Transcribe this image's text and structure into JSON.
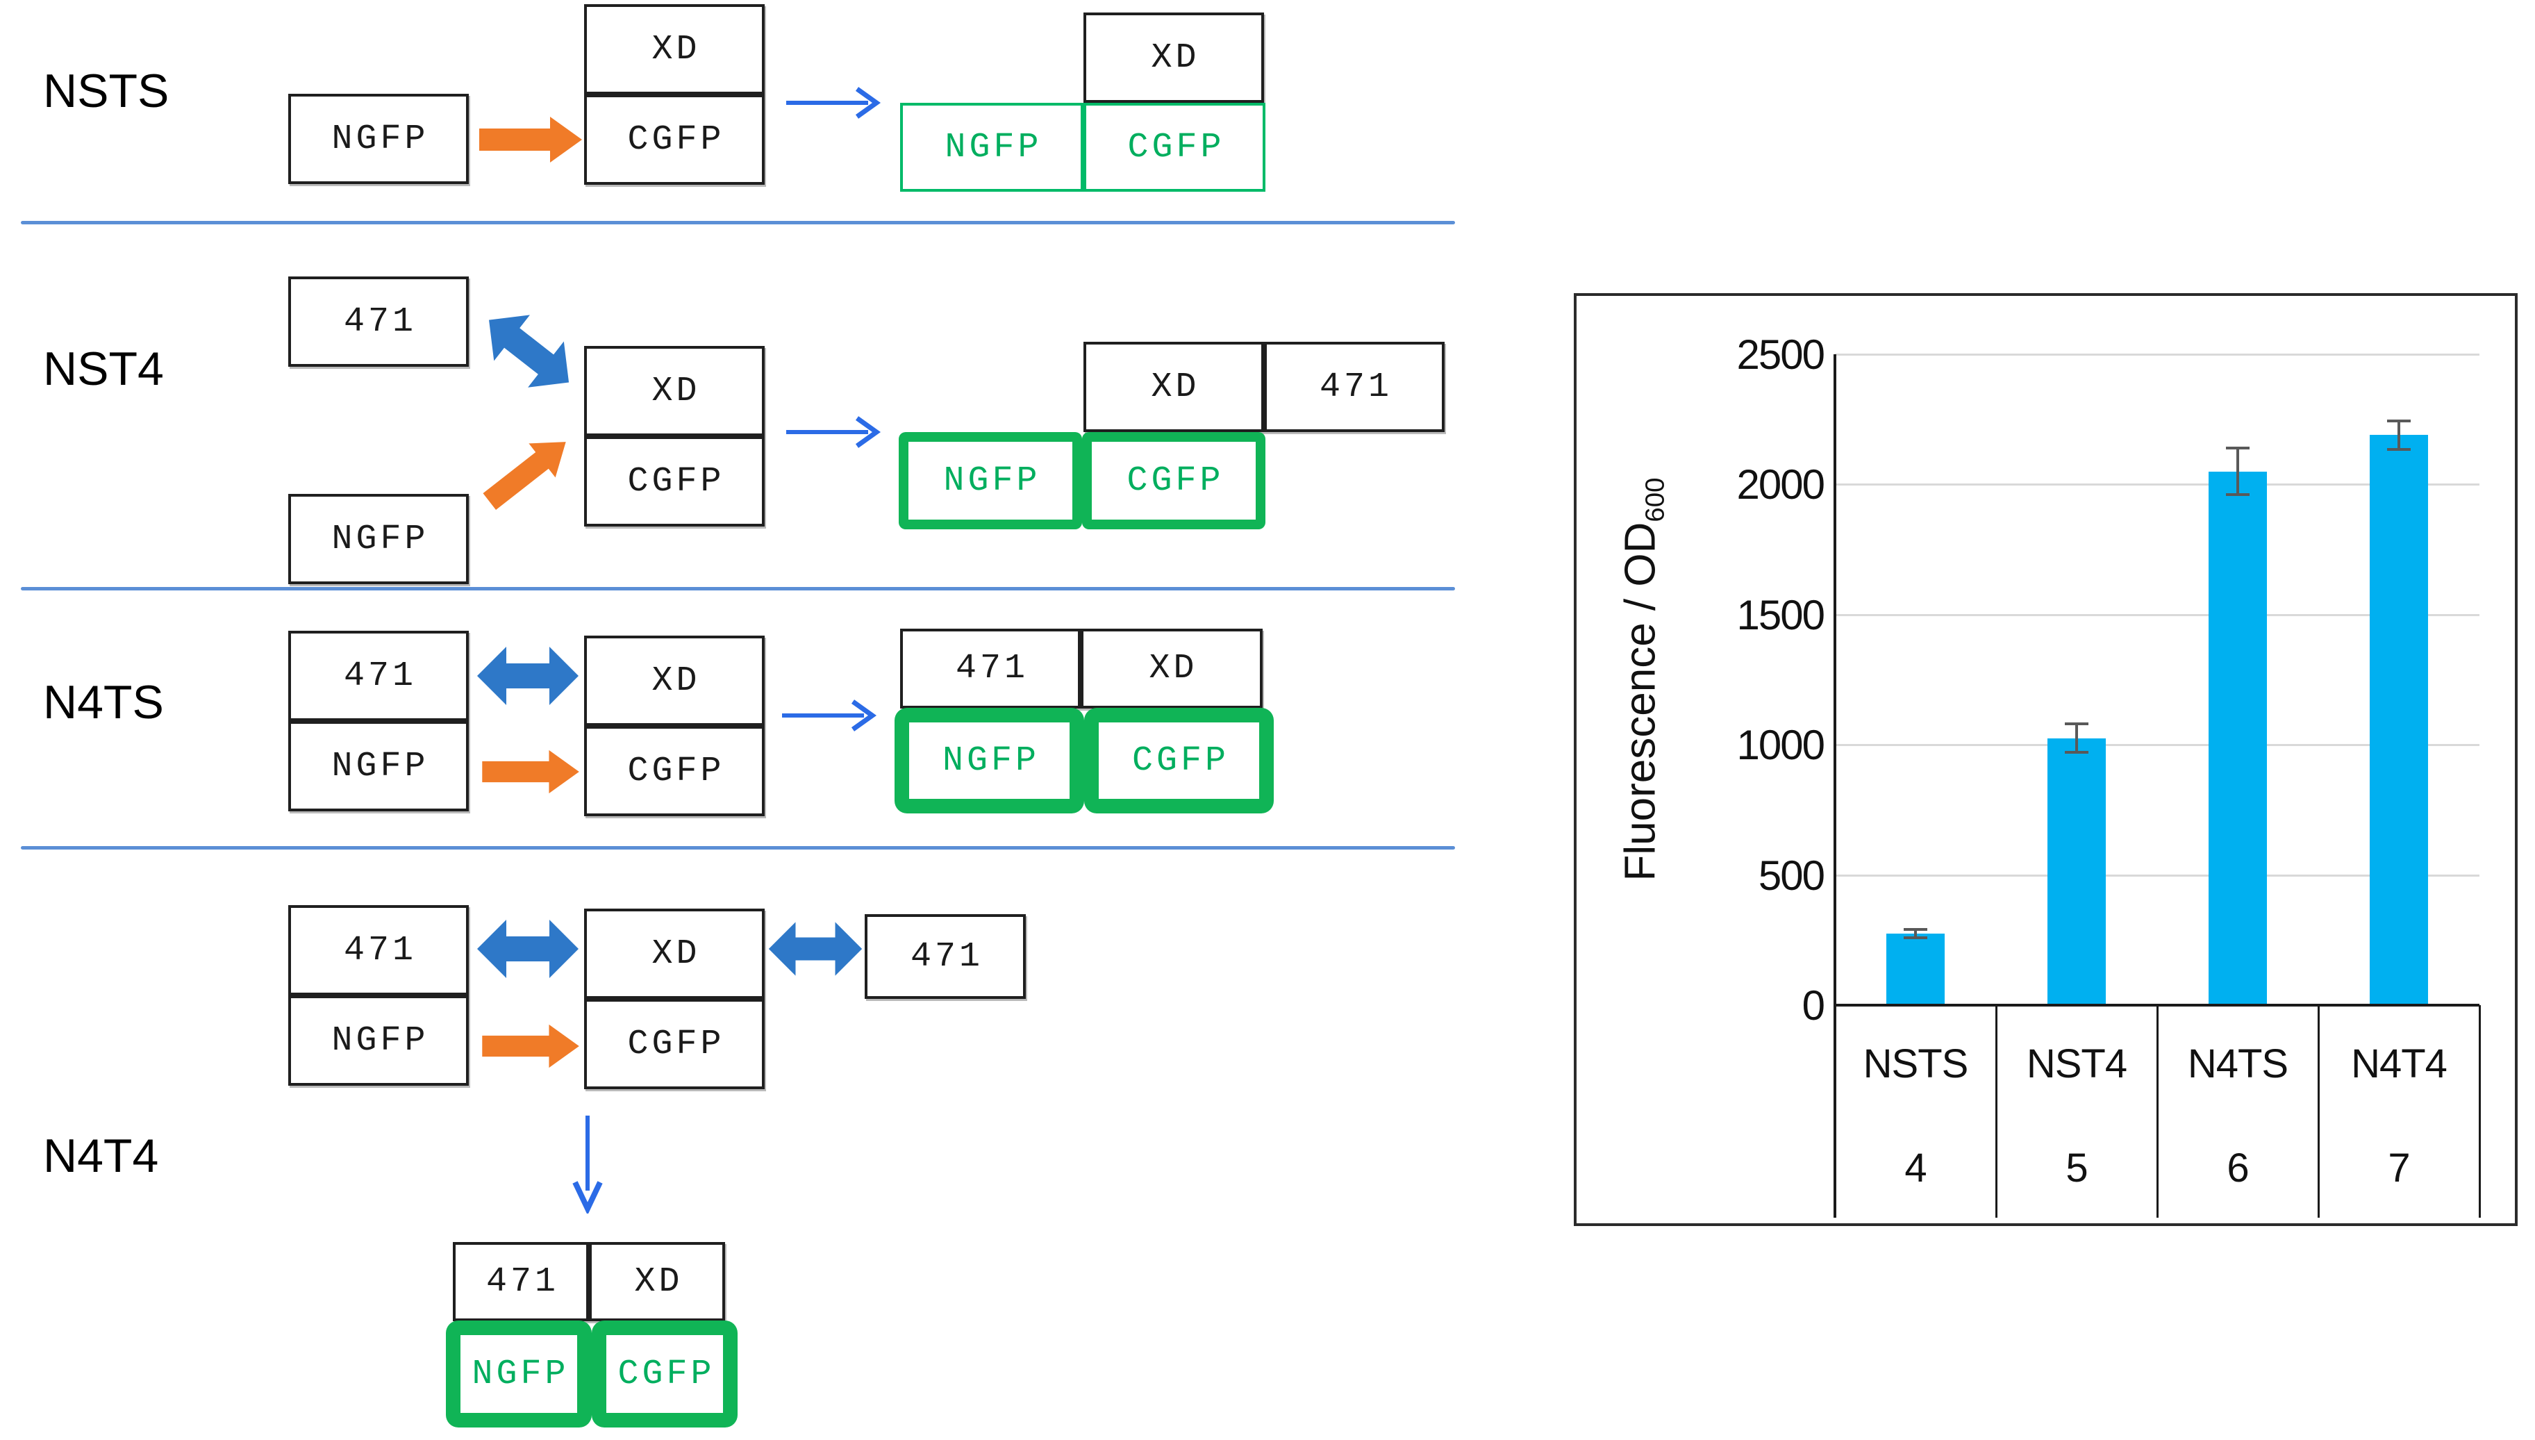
{
  "figure": {
    "type": "split-gfp construct schematic with fluorescence bar chart"
  },
  "colors": {
    "bar": "#00b0f0",
    "gridline": "#d9d9d9",
    "error_bar": "#595959",
    "orange_arrow": "#f07b28",
    "blue_double_arrow": "#2e78c8",
    "blue_result_arrow": "#2b6be6",
    "green_outline": "#10b456",
    "green_text": "#00ae5e",
    "separator_blue": "#5b8fd6",
    "box_border": "#1f1f1f"
  },
  "diagram": {
    "row_labels": [
      "NSTS",
      "NST4",
      "N4TS",
      "N4T4"
    ],
    "box_labels": {
      "ngfp": "NGFP",
      "cgfp": "CGFP",
      "xd": "XD",
      "n471": "471"
    }
  },
  "chart_data": {
    "type": "bar",
    "title": "",
    "xlabel": "",
    "ylabel": "Fluorescence / OD",
    "ylabel_subscript": "600",
    "categories": [
      "NSTS",
      "NST4",
      "N4TS",
      "N4T4"
    ],
    "lane_numbers": [
      "4",
      "5",
      "6",
      "7"
    ],
    "values": [
      275,
      1025,
      2050,
      2190
    ],
    "errors": [
      15,
      55,
      90,
      55
    ],
    "yticks": [
      0,
      500,
      1000,
      1500,
      2000,
      2500
    ],
    "ylim": [
      0,
      2500
    ],
    "grid": true,
    "legend_position": "none",
    "bar_color": "#00b0f0"
  }
}
